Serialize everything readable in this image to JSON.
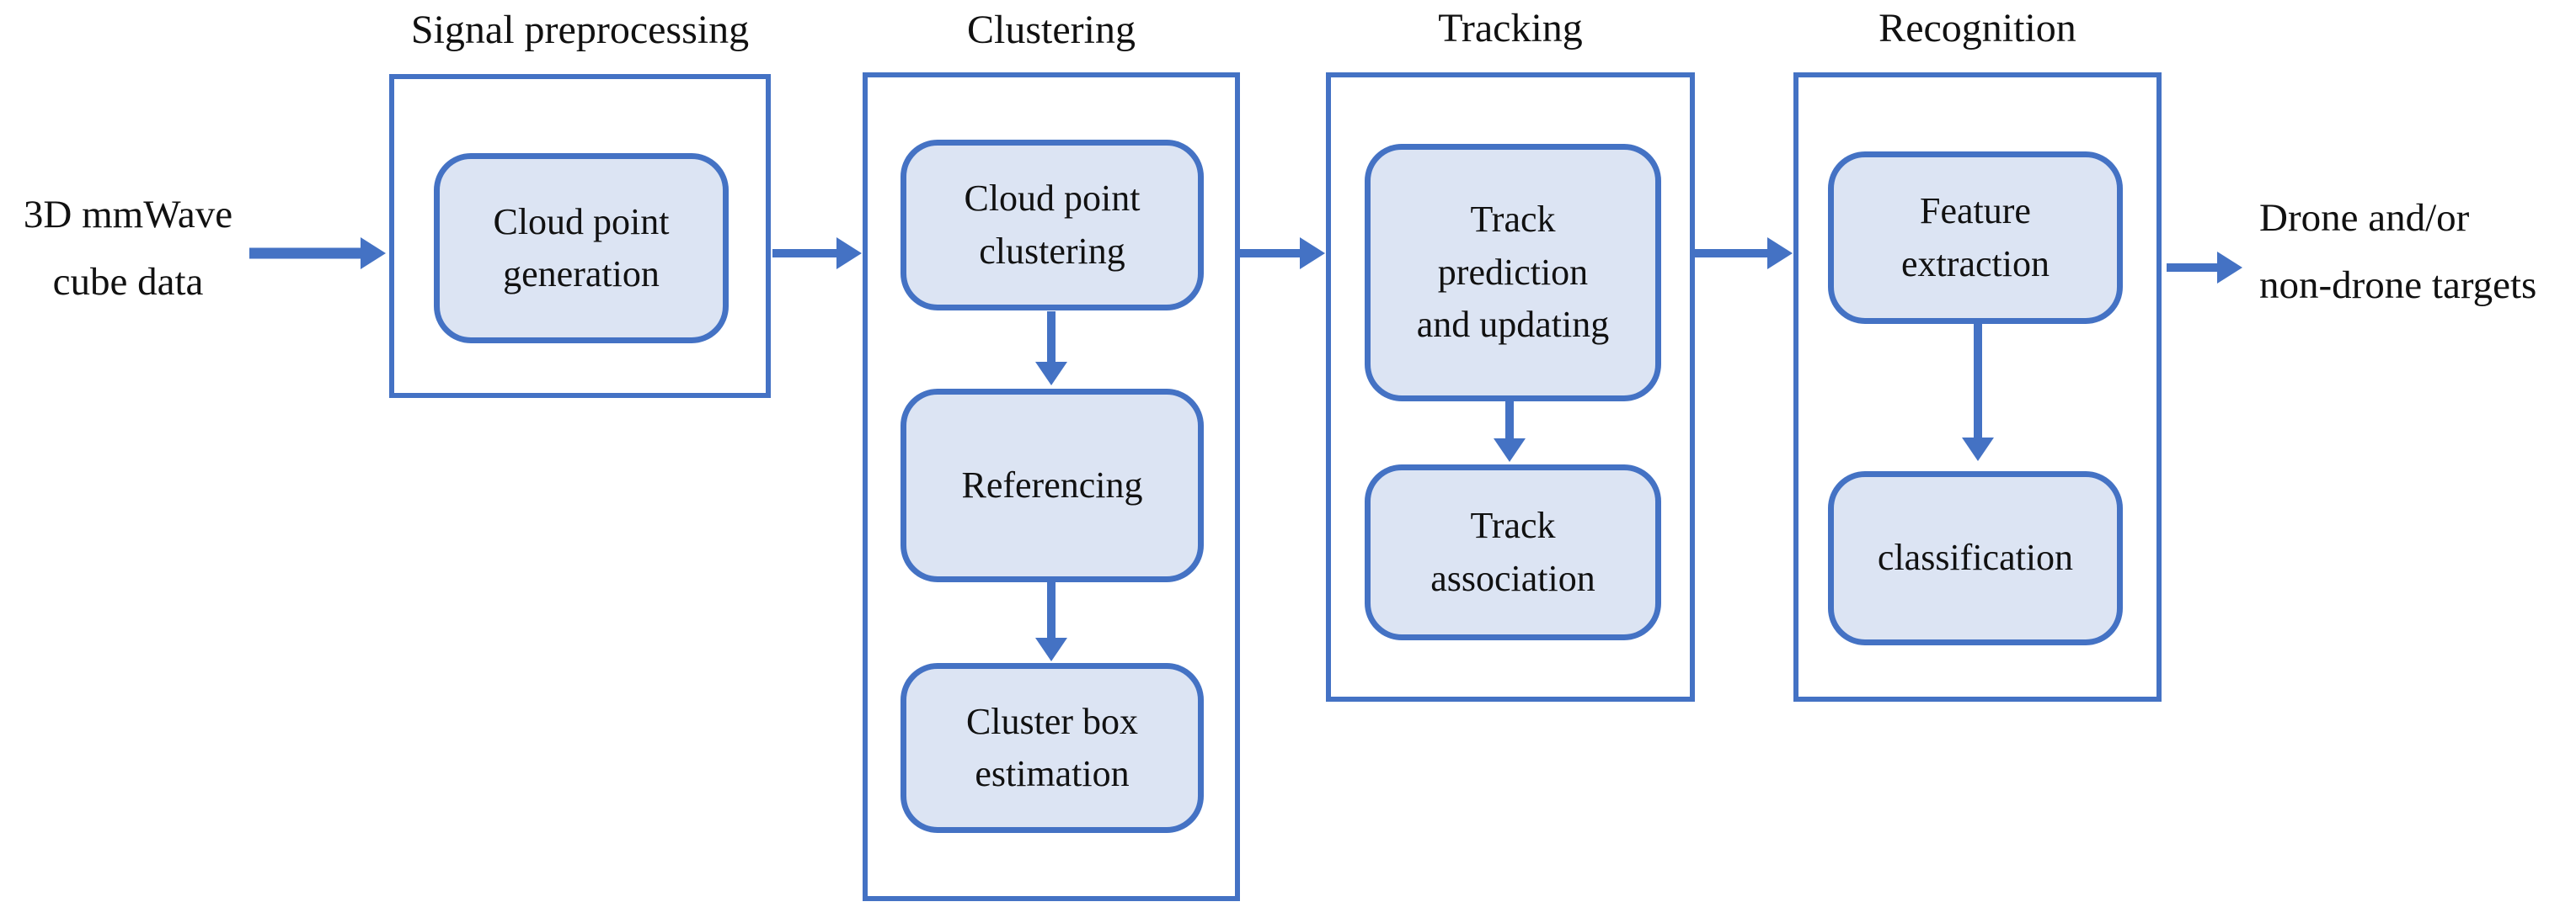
{
  "flow": {
    "input": "3D mmWave\ncube data",
    "output": "Drone and/or\nnon-drone targets"
  },
  "stages": [
    {
      "title": "Signal preprocessing",
      "steps": [
        "Cloud point\ngeneration"
      ]
    },
    {
      "title": "Clustering",
      "steps": [
        "Cloud point\nclustering",
        "Referencing",
        "Cluster box\nestimation"
      ]
    },
    {
      "title": "Tracking",
      "steps": [
        "Track\nprediction\nand updating",
        "Track\nassociation"
      ]
    },
    {
      "title": "Recognition",
      "steps": [
        "Feature\nextraction",
        "classification"
      ]
    }
  ],
  "colors": {
    "line_blue": "#4472C4",
    "box_fill": "#DCE4F3",
    "text": "#111111",
    "background": "#ffffff"
  }
}
